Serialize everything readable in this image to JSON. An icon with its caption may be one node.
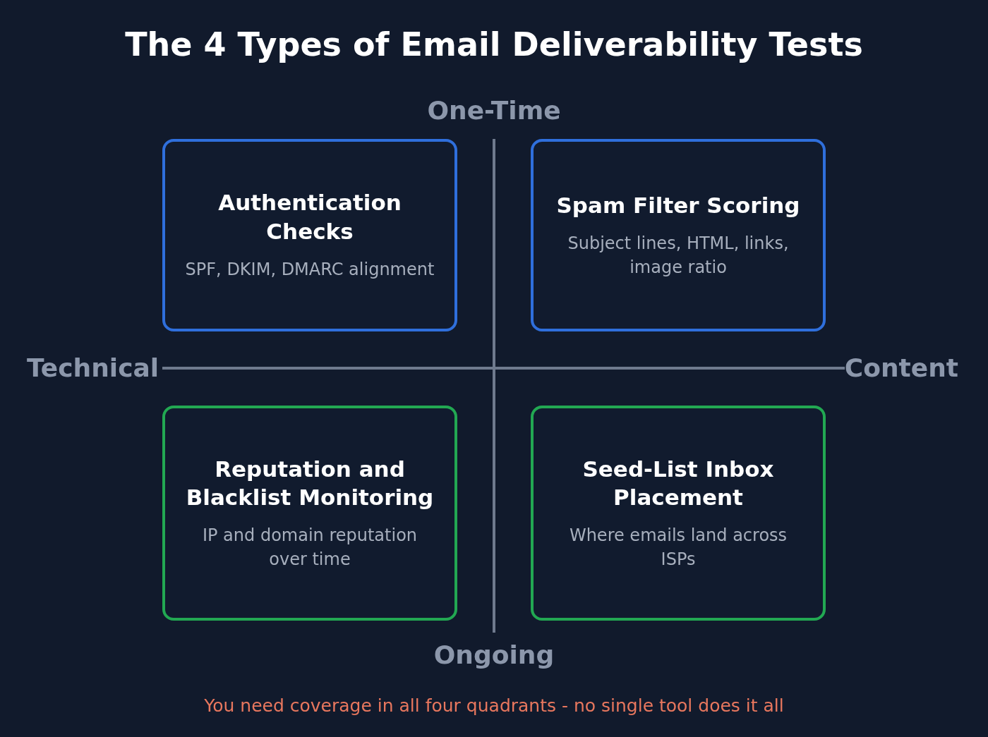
{
  "diagram": {
    "title": "The 4 Types of Email Deliverability Tests",
    "caption": "You need coverage in all four quadrants - no single tool does it all",
    "nodes": [
      {
        "text": [
          "Authentication Checks",
          "SPF, DKIM, DMARC alignment"
        ]
      },
      {
        "text": [
          "Spam Filter Scoring",
          "Subject lines, HTML, links, image ratio"
        ]
      },
      {
        "text": [
          "Reputation and Blacklist Monitoring",
          "IP and domain reputation over time"
        ]
      },
      {
        "text": [
          "Seed-List Inbox Placement",
          "Where emails land across ISPs"
        ]
      }
    ],
    "edges": [],
    "labels": [
      "One-Time",
      "Technical",
      "Content",
      "Ongoing"
    ]
  }
}
